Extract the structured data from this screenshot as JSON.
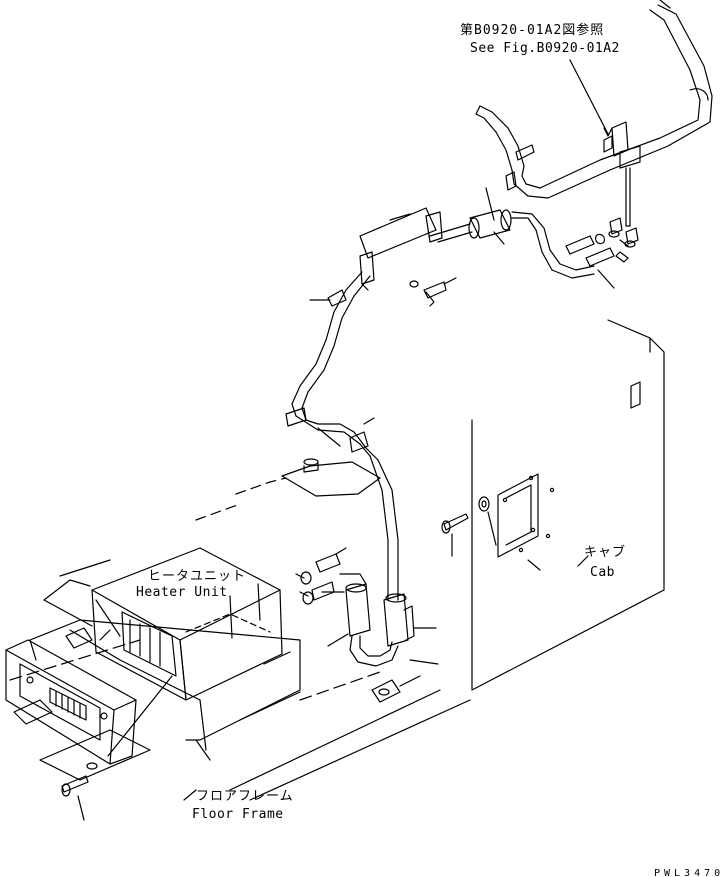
{
  "drawing": {
    "reference_jp": "第B0920-01A2図参照",
    "reference_en": "See Fig.B0920-01A2",
    "heater_jp": "ヒータユニット",
    "heater_en": "Heater Unit",
    "cab_jp": "キャブ",
    "cab_en": "Cab",
    "floor_jp": "フロアフレーム",
    "floor_en": "Floor Frame",
    "code": "PWL3470"
  }
}
